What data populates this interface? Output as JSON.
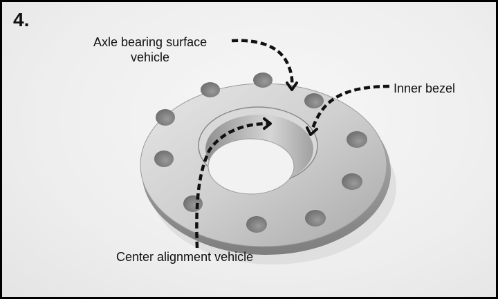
{
  "step": {
    "number": "4."
  },
  "labels": {
    "axle_line1": "Axle bearing surface",
    "axle_line2": "vehicle",
    "inner_bezel": "Inner bezel",
    "center_alignment": "Center alignment vehicle"
  },
  "colors": {
    "frame": "#000000",
    "spacer_metal": "#c9c9c9",
    "arrow": "#111111"
  }
}
